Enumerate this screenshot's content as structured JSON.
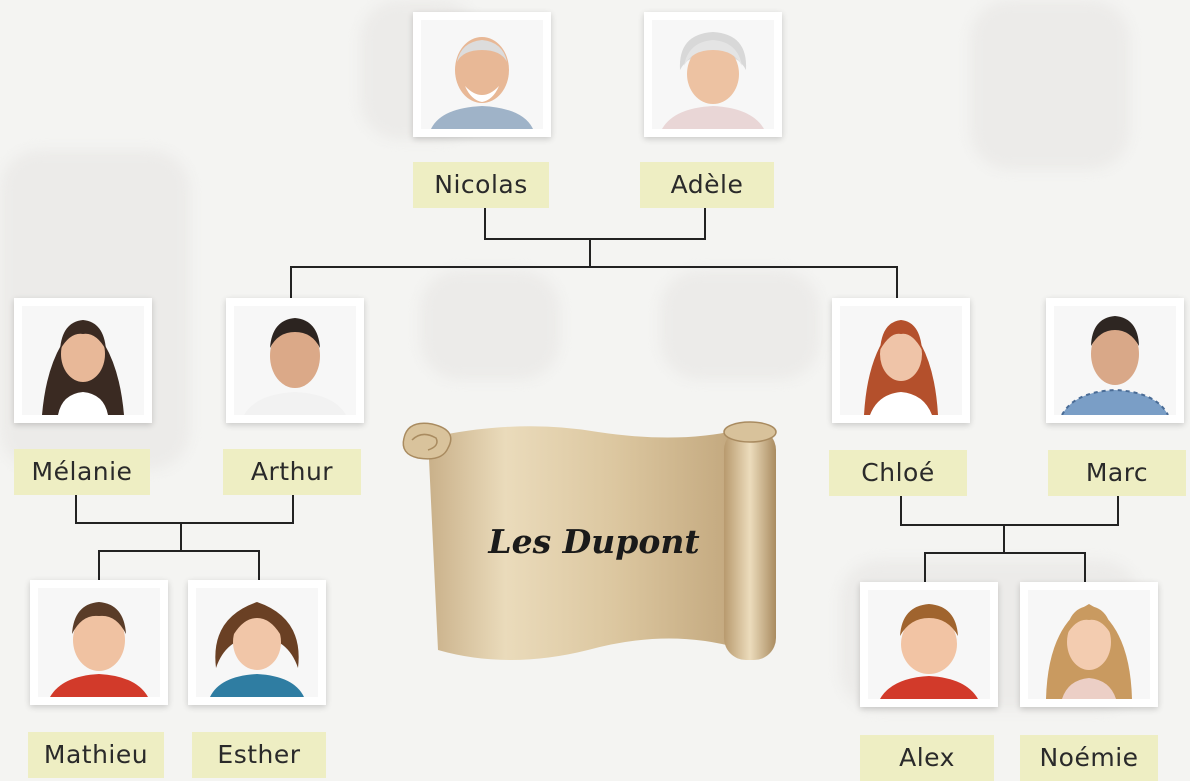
{
  "title": "Les Dupont",
  "people": {
    "nicolas": "Nicolas",
    "adele": "Adèle",
    "melanie": "Mélanie",
    "arthur": "Arthur",
    "chloe": "Chloé",
    "marc": "Marc",
    "mathieu": "Mathieu",
    "esther": "Esther",
    "alex": "Alex",
    "noemie": "Noémie"
  },
  "colors": {
    "label_bg": "#eeeec3",
    "line": "#222222",
    "scroll": "#dcc7a0"
  }
}
